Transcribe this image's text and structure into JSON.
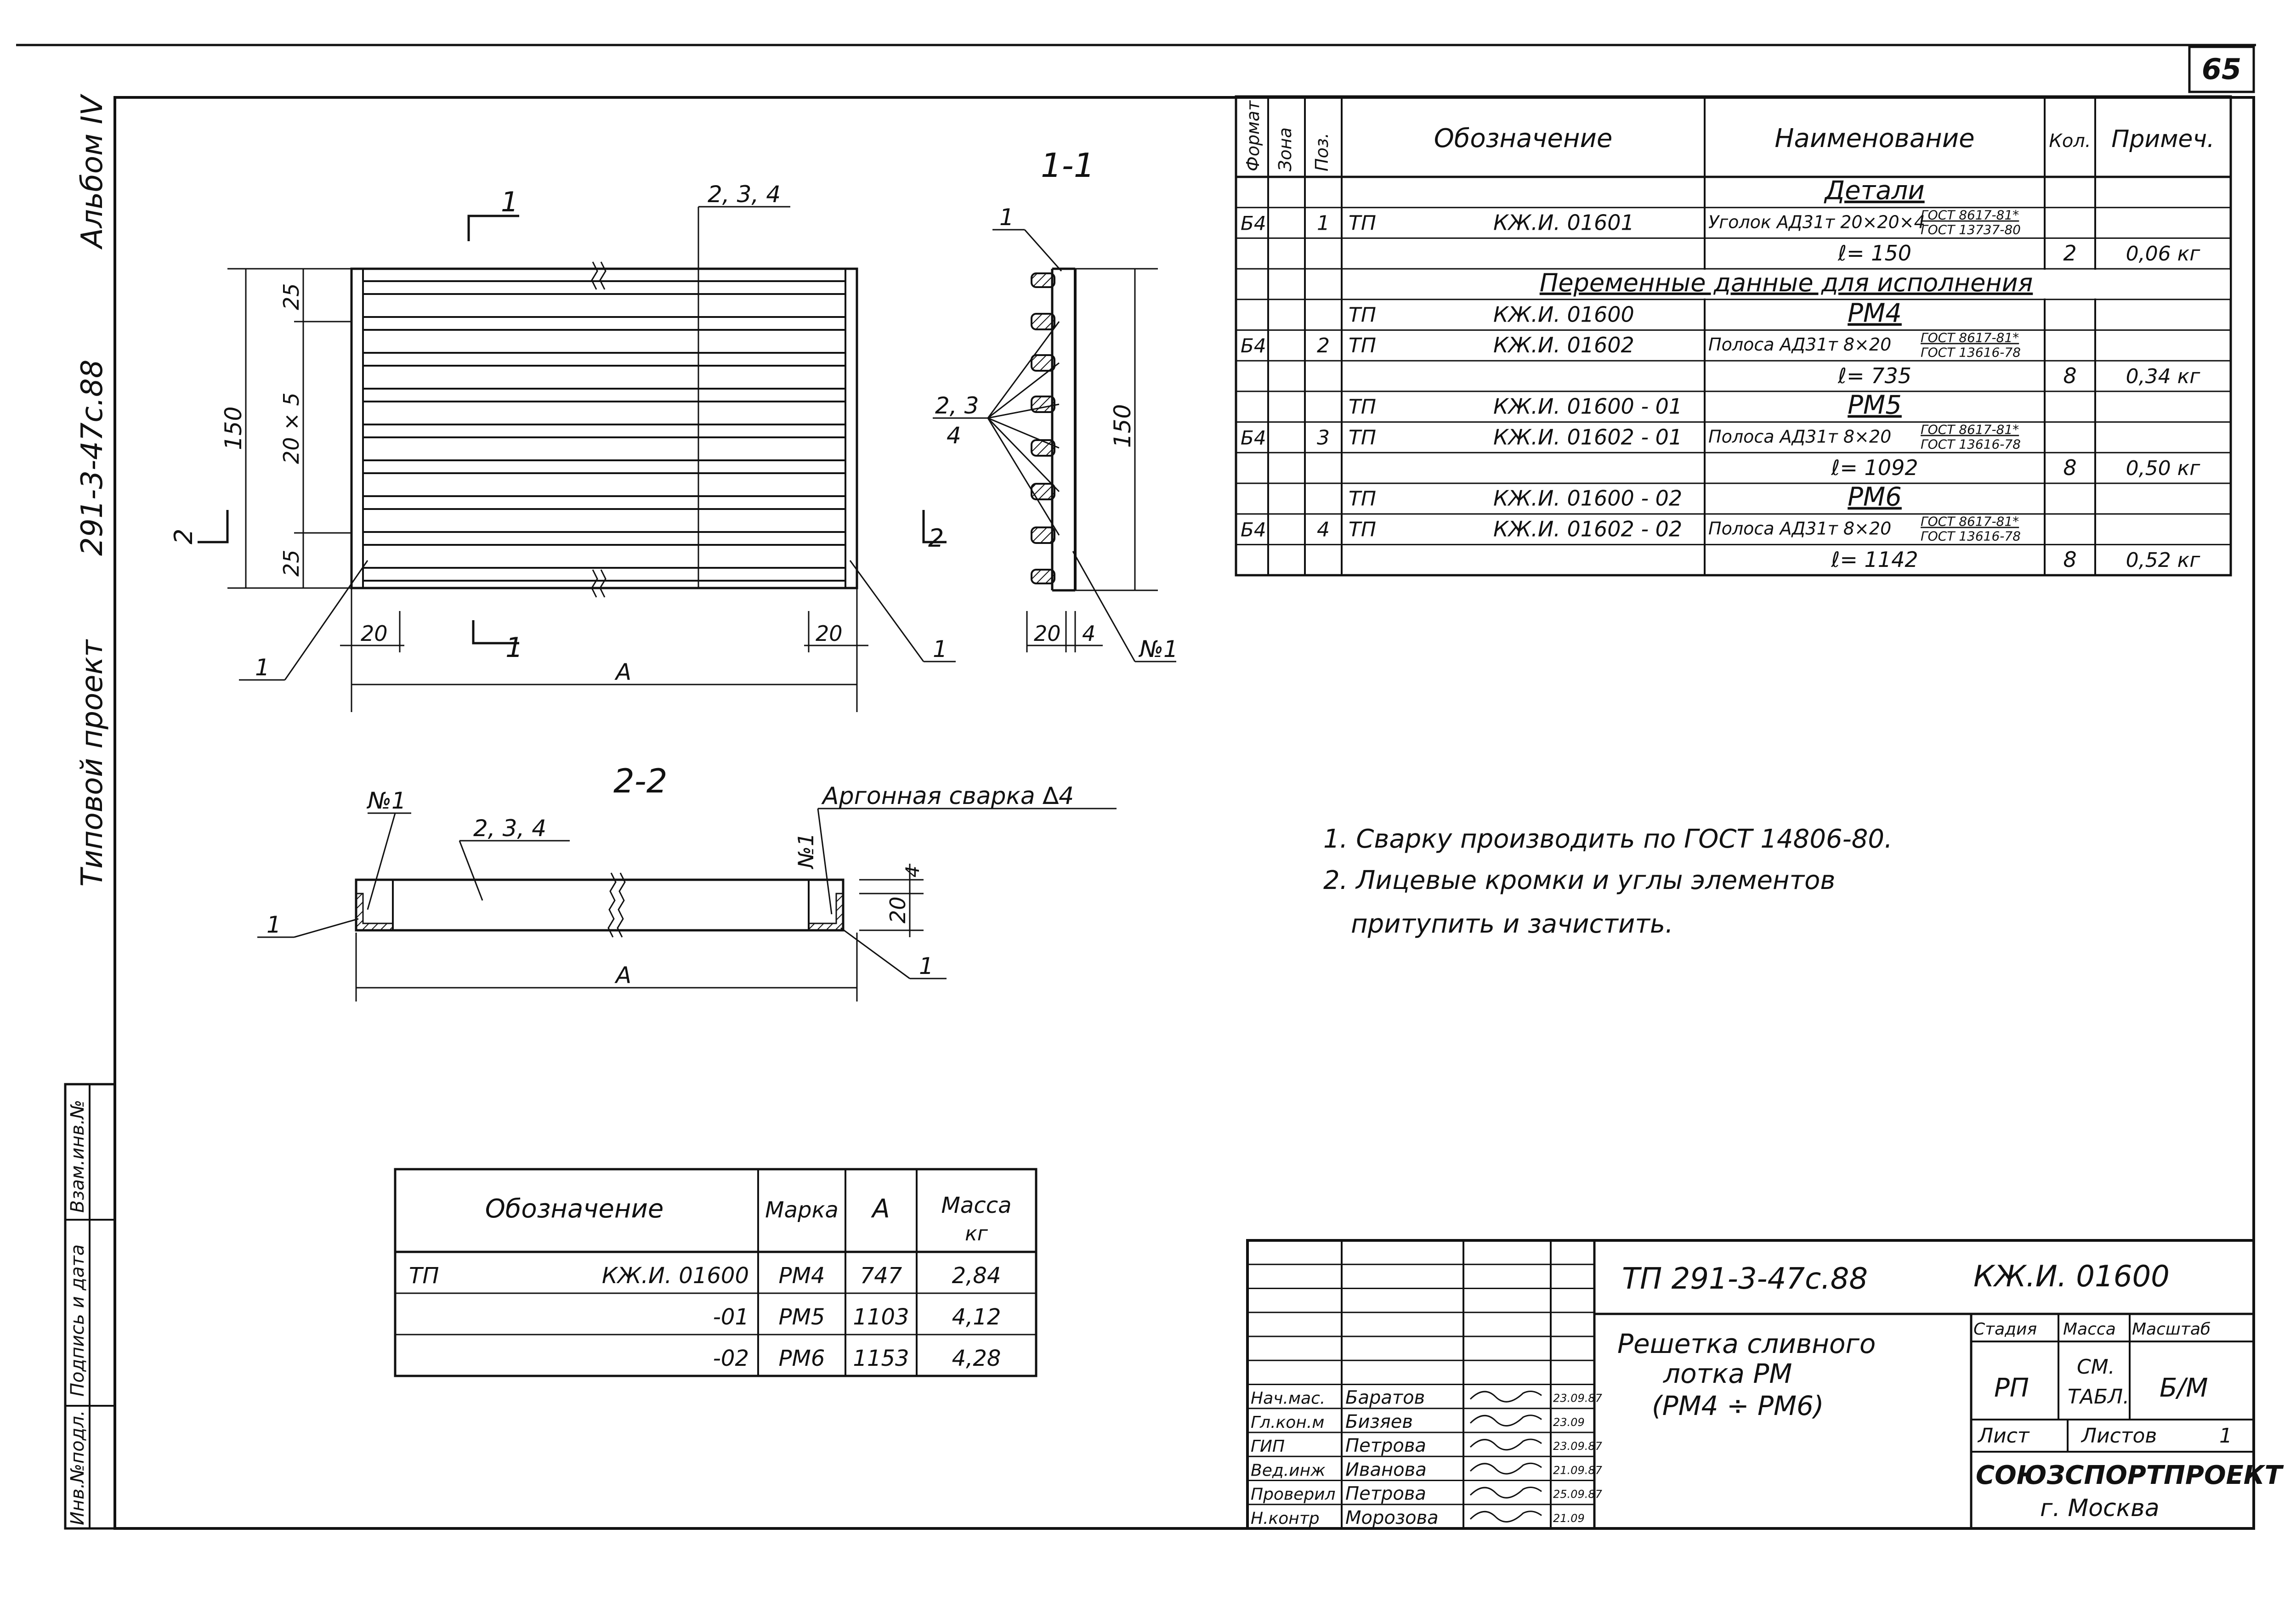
{
  "sheet": {
    "page_number": "65",
    "left_margin": {
      "album": "Альбом IV",
      "project_code": "291-3-47с.88",
      "project_type": "Типовой проект"
    },
    "stamp_columns": [
      "Инв.№подл.",
      "Подпись и дата",
      "Взам.инв.№"
    ]
  },
  "drawings": {
    "plan": {
      "section_mark": "1",
      "label_parts": "2, 3, 4",
      "dim_overall_height": "150",
      "dim_top": "25",
      "dim_middle": "20 × 5",
      "dim_bottom": "25",
      "dim_left": "20",
      "dim_right": "20",
      "dim_length": "A",
      "pos_left": "1",
      "pos_right": "1",
      "section_mark_2": "2"
    },
    "section_1_1": {
      "title": "1-1",
      "pos_top": "1",
      "pos_bars_num": "2, 3",
      "pos_bars_den": "4",
      "dim_height": "150",
      "dim_20": "20",
      "dim_4": "4",
      "weld": "№1"
    },
    "section_2_2": {
      "title": "2-2",
      "weld_left": "№1",
      "parts": "2, 3, 4",
      "weld_note": "Аргонная сварка",
      "weld_size": "4",
      "weld_right": "№1",
      "dim_4": "4",
      "dim_20": "20",
      "pos_left": "1",
      "pos_right": "1",
      "dim_length": "A"
    }
  },
  "spec_table": {
    "headers": [
      "Формат",
      "Зона",
      "Поз.",
      "Обозначение",
      "Наименование",
      "Кол.",
      "Примеч."
    ],
    "rows": [
      {
        "fmt": "",
        "zone": "",
        "pos": "",
        "doc": "",
        "code": "",
        "name": "Детали",
        "qty": "",
        "note": "",
        "kind": "section"
      },
      {
        "fmt": "Б4",
        "zone": "",
        "pos": "1",
        "doc": "ТП",
        "code": "КЖ.И. 01601",
        "name": "Уголок АД31т 20×20×4",
        "gost1": "ГОСТ 8617-81*",
        "gost2": "ГОСТ 13737-80",
        "qty": "",
        "note": ""
      },
      {
        "fmt": "",
        "zone": "",
        "pos": "",
        "doc": "",
        "code": "",
        "name": "ℓ= 150",
        "qty": "2",
        "note": "0,06 кг"
      },
      {
        "fmt": "",
        "zone": "",
        "pos": "",
        "doc": "",
        "code": "",
        "name": "Переменные данные для исполнения",
        "qty": "",
        "note": "",
        "kind": "wide"
      },
      {
        "fmt": "",
        "zone": "",
        "pos": "",
        "doc": "ТП",
        "code": "КЖ.И. 01600",
        "name": "РМ4",
        "qty": "",
        "note": "",
        "kind": "section"
      },
      {
        "fmt": "Б4",
        "zone": "",
        "pos": "2",
        "doc": "ТП",
        "code": "КЖ.И. 01602",
        "name": "Полоса АД31т 8×20",
        "gost1": "ГОСТ 8617-81*",
        "gost2": "ГОСТ 13616-78",
        "qty": "",
        "note": ""
      },
      {
        "fmt": "",
        "zone": "",
        "pos": "",
        "doc": "",
        "code": "",
        "name": "ℓ= 735",
        "qty": "8",
        "note": "0,34 кг"
      },
      {
        "fmt": "",
        "zone": "",
        "pos": "",
        "doc": "ТП",
        "code": "КЖ.И. 01600 - 01",
        "name": "РМ5",
        "qty": "",
        "note": "",
        "kind": "section"
      },
      {
        "fmt": "Б4",
        "zone": "",
        "pos": "3",
        "doc": "ТП",
        "code": "КЖ.И. 01602 - 01",
        "name": "Полоса АД31т 8×20",
        "gost1": "ГОСТ 8617-81*",
        "gost2": "ГОСТ 13616-78",
        "qty": "",
        "note": ""
      },
      {
        "fmt": "",
        "zone": "",
        "pos": "",
        "doc": "",
        "code": "",
        "name": "ℓ= 1092",
        "qty": "8",
        "note": "0,50 кг"
      },
      {
        "fmt": "",
        "zone": "",
        "pos": "",
        "doc": "ТП",
        "code": "КЖ.И. 01600 - 02",
        "name": "РМ6",
        "qty": "",
        "note": "",
        "kind": "section"
      },
      {
        "fmt": "Б4",
        "zone": "",
        "pos": "4",
        "doc": "ТП",
        "code": "КЖ.И. 01602 - 02",
        "name": "Полоса АД31т 8×20",
        "gost1": "ГОСТ 8617-81*",
        "gost2": "ГОСТ 13616-78",
        "qty": "",
        "note": ""
      },
      {
        "fmt": "",
        "zone": "",
        "pos": "",
        "doc": "",
        "code": "",
        "name": "ℓ= 1142",
        "qty": "8",
        "note": "0,52 кг"
      }
    ]
  },
  "notes": [
    "1. Сварку производить по ГОСТ 14806-80.",
    "2. Лицевые кромки и углы элементов",
    "притупить и зачистить."
  ],
  "mark_table": {
    "headers": [
      "Обозначение",
      "Марка",
      "A",
      "Масса",
      "кг"
    ],
    "rows": [
      {
        "doc": "ТП",
        "code": "КЖ.И. 01600",
        "mark": "РМ4",
        "a": "747",
        "mass": "2,84"
      },
      {
        "doc": "",
        "code": "-01",
        "mark": "РМ5",
        "a": "1103",
        "mass": "4,12"
      },
      {
        "doc": "",
        "code": "-02",
        "mark": "РМ6",
        "a": "1153",
        "mass": "4,28"
      }
    ]
  },
  "title_block": {
    "project": "ТП 291-3-47с.88",
    "doc_code": "КЖ.И. 01600",
    "title_lines": [
      "Решетка сливного",
      "лотка РМ",
      "(РМ4 ÷ РМ6)"
    ],
    "col_headers": [
      "Стадия",
      "Масса",
      "Масштаб"
    ],
    "stage": "РП",
    "mass": [
      "СМ.",
      "ТАБЛ."
    ],
    "scale": "Б/М",
    "sheet_label": "Лист",
    "sheets_label": "Листов",
    "sheets_count": "1",
    "org": "СОЮЗСПОРТПРОЕКТ",
    "city": "г. Москва",
    "signers": [
      {
        "role": "Нач.мас.",
        "name": "Баратов",
        "date": "23.09.87"
      },
      {
        "role": "Гл.кон.м",
        "name": "Бизяев",
        "date": "23.09"
      },
      {
        "role": "ГИП",
        "name": "Петрова",
        "date": "23.09.87"
      },
      {
        "role": "Вед.инж",
        "name": "Иванова",
        "date": "21.09.87"
      },
      {
        "role": "Проверил",
        "name": "Петрова",
        "date": "25.09.87"
      },
      {
        "role": "Н.контр",
        "name": "Морозова",
        "date": "21.09"
      }
    ]
  }
}
